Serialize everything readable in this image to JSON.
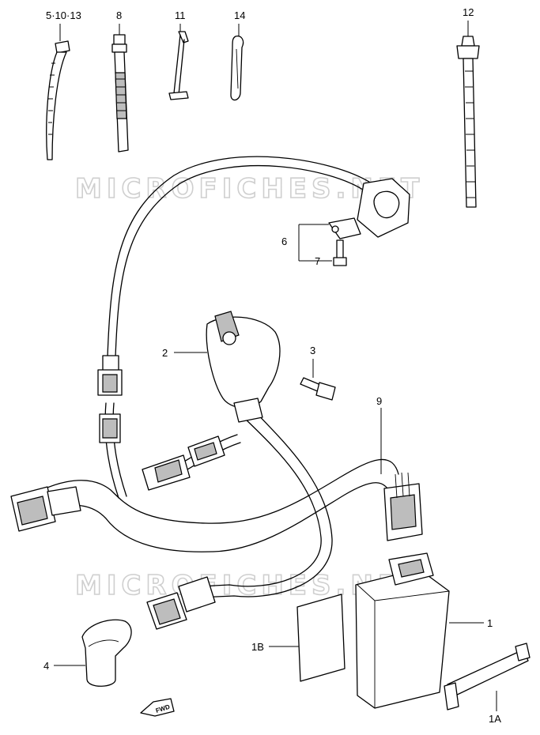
{
  "watermark": "MICROFICHES.NET",
  "fwd_label": "FWD",
  "callouts": {
    "p5_10_13": "5·10·13",
    "p8": "8",
    "p11": "11",
    "p14": "14",
    "p12": "12",
    "p6": "6",
    "p7": "7",
    "p2": "2",
    "p3": "3",
    "p9": "9",
    "p1": "1",
    "p1b": "1B",
    "p4": "4",
    "p1a": "1A"
  }
}
